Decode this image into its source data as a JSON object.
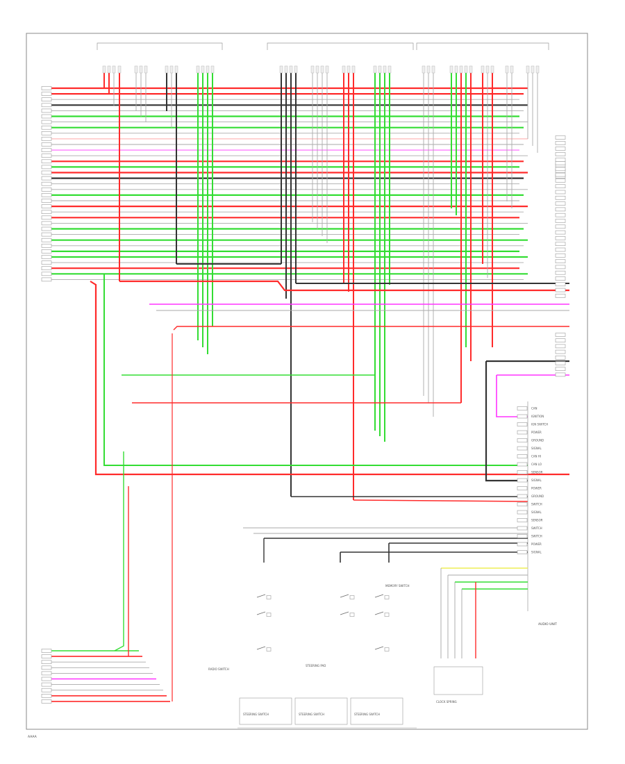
{
  "diagram": {
    "footer_code": "AAAA",
    "colors": {
      "red": "#ff2a2a",
      "green": "#33dd33",
      "magenta": "#ff33ff",
      "dark": "#333333",
      "gray": "#aaaaaa",
      "yellow": "#eeee55",
      "pink": "#ff9a9a"
    },
    "right_unit_pins": [
      "CAN",
      "IGNITION",
      "IGN SWITCH",
      "POWER",
      "GROUND",
      "SIGNAL",
      "CAN HI",
      "CAN LO",
      "SENSOR",
      "SIGNAL",
      "POWER",
      "GROUND",
      "SWITCH",
      "SIGNAL",
      "SENSOR",
      "SWITCH",
      "SWITCH",
      "POWER",
      "SIGNAL"
    ],
    "unit_title": "AUDIO UNIT",
    "bottom_boxes": [
      "STEERING SWITCH",
      "STEERING SWITCH",
      "STEERING SWITCH"
    ],
    "bottom_right_box": "CLOCK SPRING",
    "switch_labels": [
      "RADIO SWITCH",
      "STEERING PAD",
      "MEMORY SWITCH"
    ]
  }
}
